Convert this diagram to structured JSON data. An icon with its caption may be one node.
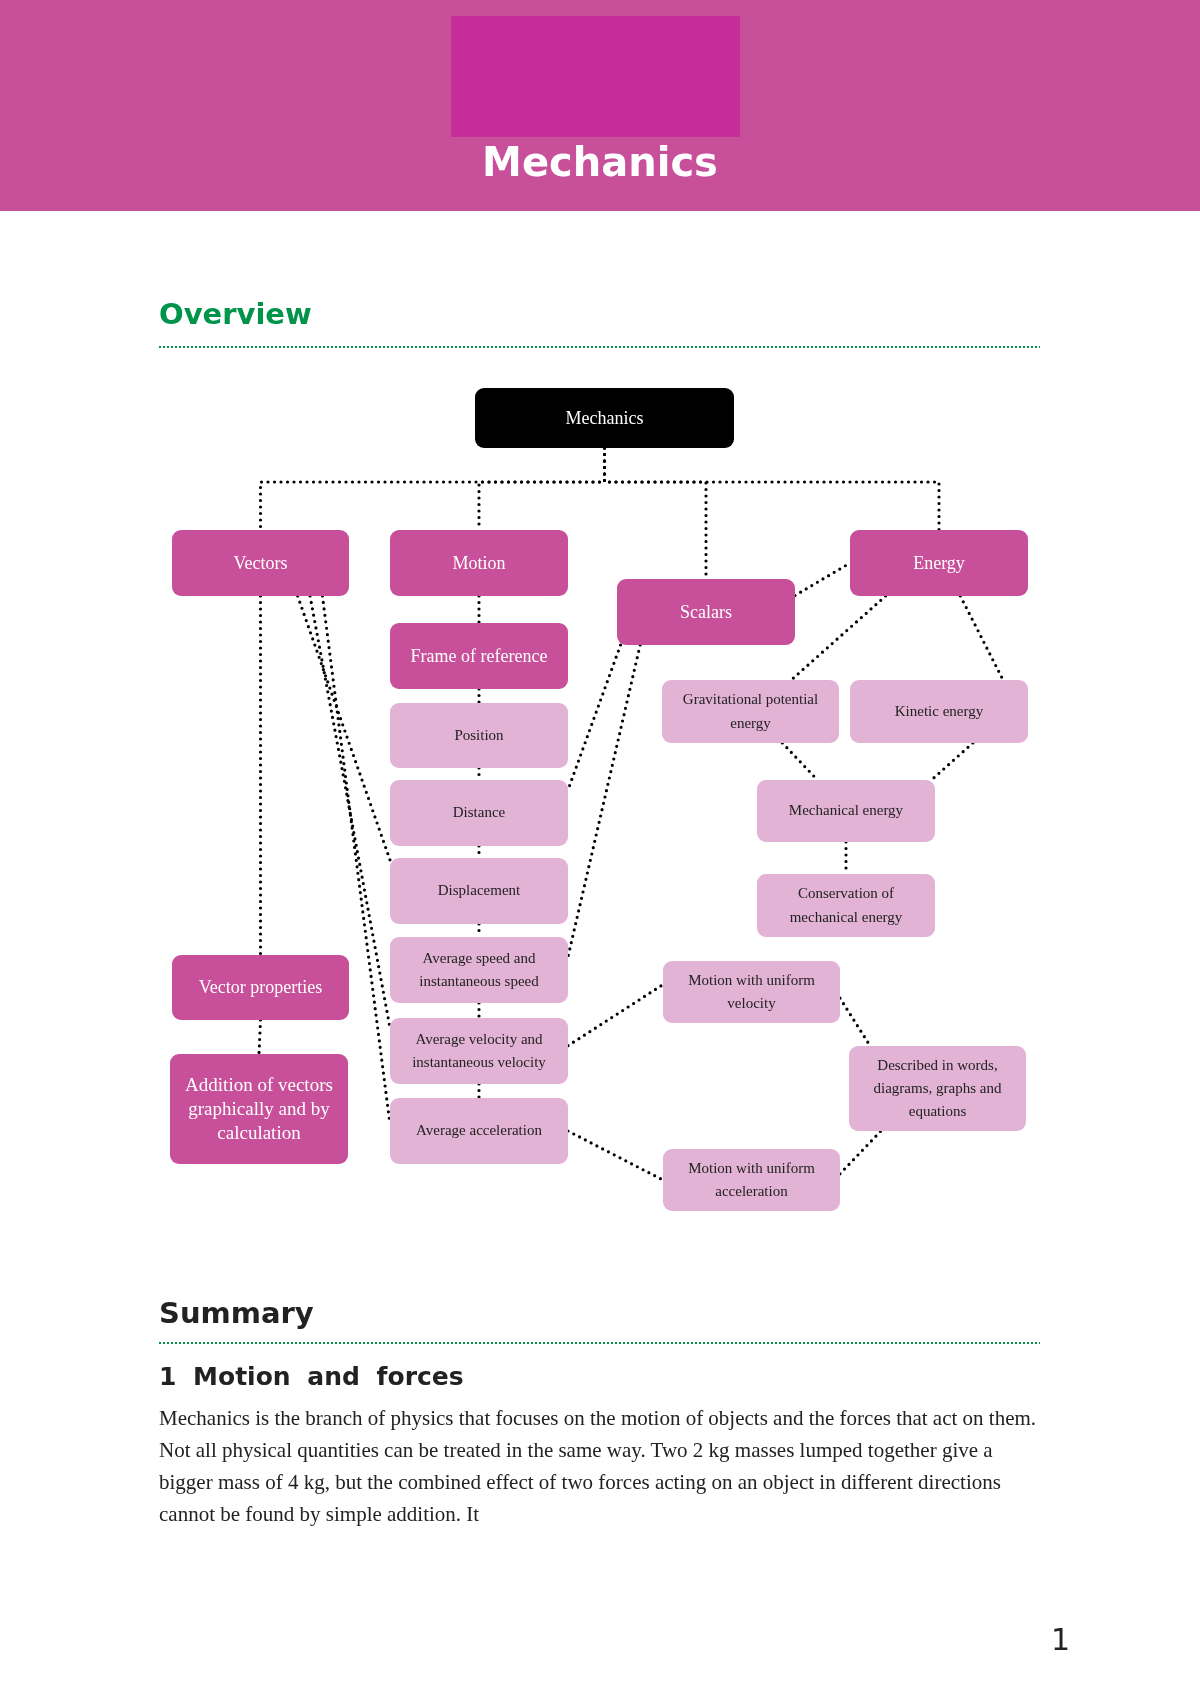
{
  "diagram": {
    "title": "Mechanics",
    "nodes": [
      {
        "text": [
          "Mechanics"
        ]
      },
      {
        "text": [
          "Vectors"
        ]
      },
      {
        "text": [
          "Motion"
        ]
      },
      {
        "text": [
          "Scalars"
        ]
      },
      {
        "text": [
          "Energy"
        ]
      },
      {
        "text": [
          "Frame of reference"
        ]
      },
      {
        "text": [
          "Position"
        ]
      },
      {
        "text": [
          "Gravitational potential energy"
        ]
      },
      {
        "text": [
          "Kinetic energy"
        ]
      },
      {
        "text": [
          "Distance"
        ]
      },
      {
        "text": [
          "Mechanical energy"
        ]
      },
      {
        "text": [
          "Displacement"
        ]
      },
      {
        "text": [
          "Conservation of mechanical energy"
        ]
      },
      {
        "text": [
          "Average speed and instantaneous speed"
        ]
      },
      {
        "text": [
          "Motion with uniform velocity"
        ]
      },
      {
        "text": [
          "Vector properties"
        ]
      },
      {
        "text": [
          "Average velocity and instantaneous velocity"
        ]
      },
      {
        "text": [
          "Described in words, diagrams, graphs and equations"
        ]
      },
      {
        "text": [
          "Addition of vectors graphically and by calculation"
        ]
      },
      {
        "text": [
          "Average acceleration"
        ]
      },
      {
        "text": [
          "Motion with uniform acceleration"
        ]
      }
    ],
    "edges": [
      {
        "from": 0,
        "to": 1,
        "arrow": "none"
      },
      {
        "from": 0,
        "to": 2,
        "arrow": "none"
      },
      {
        "from": 0,
        "to": 3,
        "arrow": "none"
      },
      {
        "from": 0,
        "to": 4,
        "arrow": "none"
      },
      {
        "from": 1,
        "to": 15,
        "arrow": "none"
      },
      {
        "from": 15,
        "to": 18,
        "arrow": "none"
      },
      {
        "from": 1,
        "to": 11,
        "arrow": "none"
      },
      {
        "from": 1,
        "to": 16,
        "arrow": "none"
      },
      {
        "from": 1,
        "to": 19,
        "arrow": "none"
      },
      {
        "from": 2,
        "to": 5,
        "arrow": "none"
      },
      {
        "from": 5,
        "to": 6,
        "arrow": "none"
      },
      {
        "from": 6,
        "to": 9,
        "arrow": "none"
      },
      {
        "from": 9,
        "to": 11,
        "arrow": "none"
      },
      {
        "from": 11,
        "to": 13,
        "arrow": "none"
      },
      {
        "from": 13,
        "to": 16,
        "arrow": "none"
      },
      {
        "from": 16,
        "to": 19,
        "arrow": "none"
      },
      {
        "from": 3,
        "to": 9,
        "arrow": "none"
      },
      {
        "from": 3,
        "to": 13,
        "arrow": "none"
      },
      {
        "from": 3,
        "to": 4,
        "arrow": "none"
      },
      {
        "from": 4,
        "to": 7,
        "arrow": "none"
      },
      {
        "from": 4,
        "to": 8,
        "arrow": "none"
      },
      {
        "from": 7,
        "to": 10,
        "arrow": "none"
      },
      {
        "from": 8,
        "to": 10,
        "arrow": "none"
      },
      {
        "from": 10,
        "to": 12,
        "arrow": "none"
      },
      {
        "from": 16,
        "to": 14,
        "arrow": "none"
      },
      {
        "from": 19,
        "to": 20,
        "arrow": "none"
      },
      {
        "from": 14,
        "to": 17,
        "arrow": "none"
      },
      {
        "from": 20,
        "to": 17,
        "arrow": "none"
      }
    ],
    "labels": [
      "Overview",
      "Summary",
      "1 Motion and forces",
      "Mechanics is the branch of physics that focuses on the motion of objects and the forces that act on them. Not all physical quantities can be treated in the same way. Two 2 kg masses lumped together give a bigger mass of 4 kg, but the combined effect of two forces acting on an object in different directions cannot be found by simple addition. It",
      "1"
    ]
  }
}
